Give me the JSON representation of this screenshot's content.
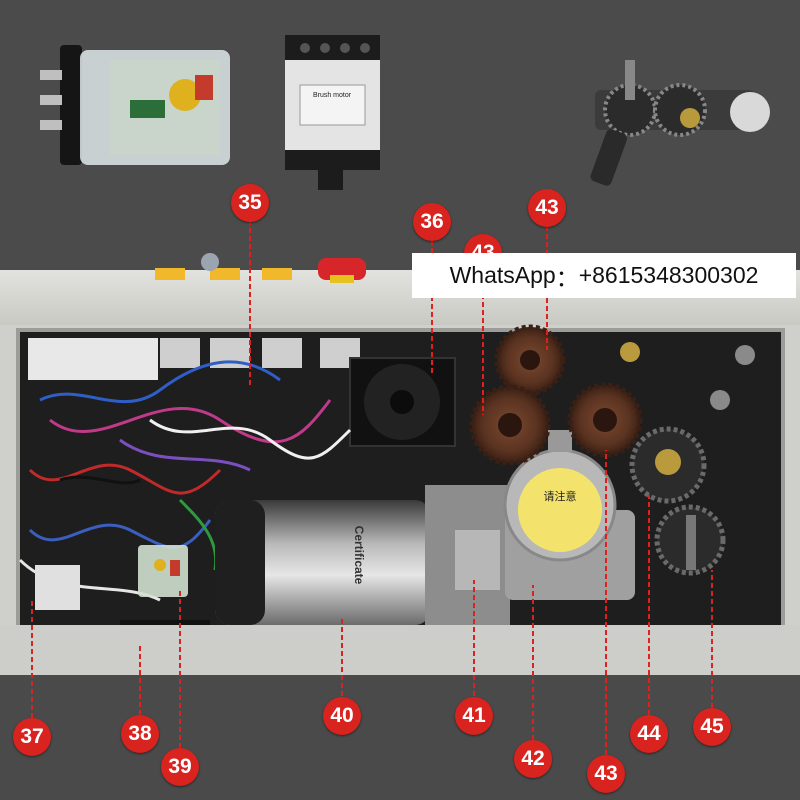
{
  "watermark": {
    "prefix": "WhatsApp",
    "separator": "：",
    "number": "+8615348300302"
  },
  "callouts": [
    "35",
    "36",
    "43",
    "43",
    "37",
    "38",
    "39",
    "40",
    "41",
    "42",
    "43",
    "44",
    "45"
  ],
  "labels": {
    "motor_label": "Certificate",
    "gearbox_label": "请注意",
    "motor_photo_label": "Brush motor"
  },
  "colors": {
    "callout": "#d8231e",
    "panel": "#d6d6d2",
    "background": "#4a4a4a"
  }
}
